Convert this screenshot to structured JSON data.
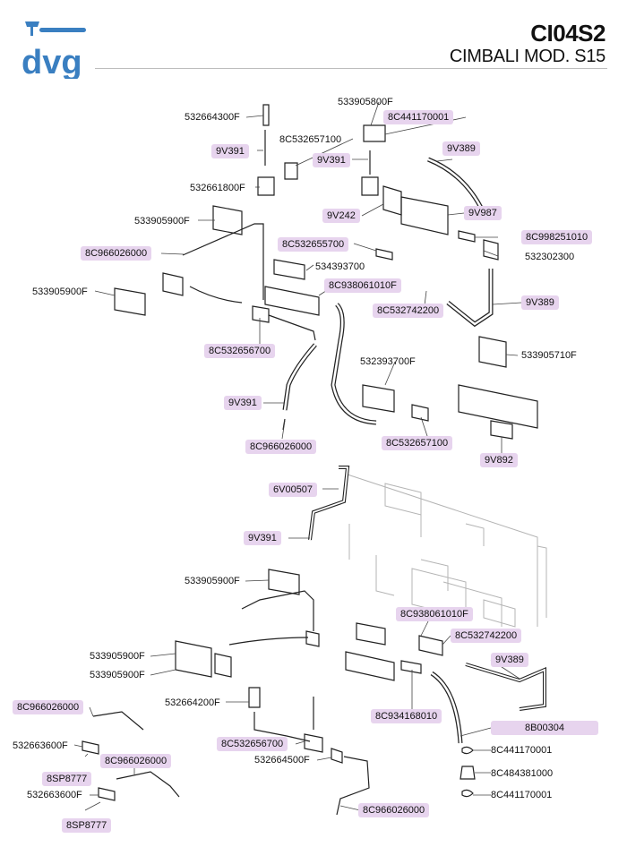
{
  "header": {
    "brand": "dvg",
    "model_code": "CI04S2",
    "model_name": "CIMBALI MOD. S15"
  },
  "colors": {
    "brand_blue": "#3a7fc1",
    "label_highlight": "#e7d4ee",
    "line_dark": "#222222",
    "line_faint": "#b4b4b4"
  },
  "labels": {
    "l01": "533905800F",
    "l02": "532664300F",
    "l03": "8C441170001",
    "l04": "8C532657100",
    "l05": "9V391",
    "l06": "9V391",
    "l07": "9V389",
    "l08": "532661800F",
    "l09": "9V242",
    "l10": "9V987",
    "l11": "533905900F",
    "l12": "8C532655700",
    "l13": "8C998251010",
    "l14": "8C966026000",
    "l15": "534393700",
    "l16": "532302300",
    "l17": "8C938061010F",
    "l18": "533905900F",
    "l19": "9V389",
    "l20": "8C532742200",
    "l21": "8C532656700",
    "l22": "532393700F",
    "l23": "533905710F",
    "l24": "9V391",
    "l25": "8C966026000",
    "l26": "8C532657100",
    "l27": "9V892",
    "l28": "6V00507",
    "l29": "9V391",
    "l30": "533905900F",
    "l31": "8C938061010F",
    "l32": "8C532742200",
    "l33": "533905900F",
    "l34": "533905900F",
    "l35": "9V389",
    "l36": "532664200F",
    "l37": "8C966026000",
    "l38": "8C934168010",
    "l39": "8B00304",
    "l40": "532663600F",
    "l41": "8C532656700",
    "l42": "8C441170001",
    "l43": "532664500F",
    "l44": "8SP8777",
    "l45": "8C966026000",
    "l46": "8C484381000",
    "l47": "532663600F",
    "l48": "8C441170001",
    "l49": "8C966026000",
    "l50": "8SP8777"
  }
}
